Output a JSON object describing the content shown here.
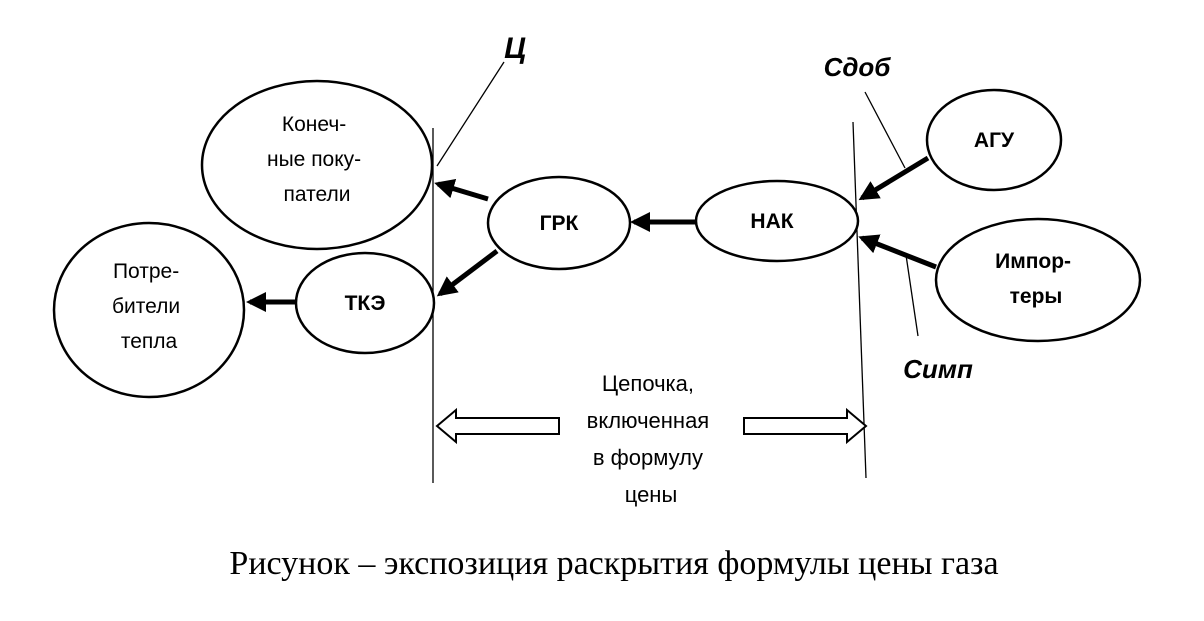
{
  "nodes": {
    "konechnye": {
      "lines": [
        "Конеч-",
        "ные поку-",
        "патели"
      ]
    },
    "potrebiteli": {
      "lines": [
        "Потре-",
        "бители",
        "тепла"
      ]
    },
    "grk": {
      "label": "ГРК"
    },
    "tke": {
      "label": "ТКЭ"
    },
    "nak": {
      "label": "НАК"
    },
    "agu": {
      "label": "АГУ"
    },
    "importery": {
      "lines": [
        "Импор-",
        "теры"
      ]
    }
  },
  "labels": {
    "c": "Ц",
    "sdob": "Сдоб",
    "simp": "Симп"
  },
  "chain": {
    "lines": [
      "Цепочка,",
      "включенная",
      "в формулу",
      "цены"
    ]
  },
  "caption": "Рисунок – экспозиция раскрытия формулы цены газа"
}
